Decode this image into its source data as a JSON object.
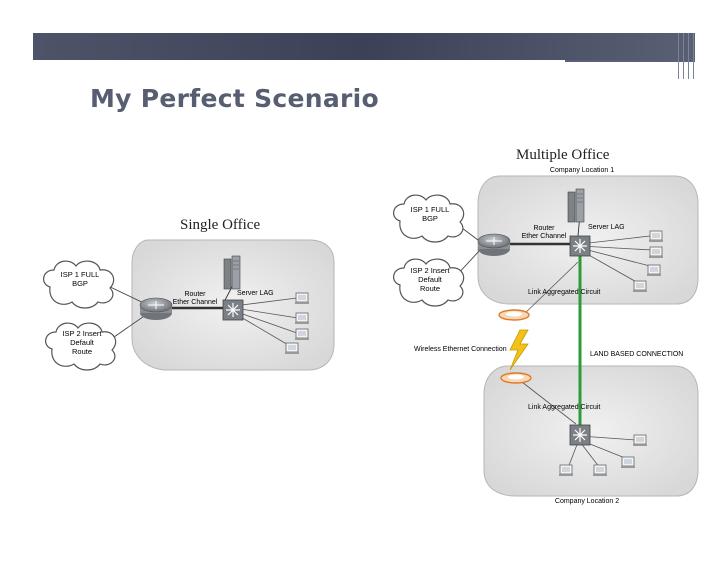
{
  "slide": {
    "title": "My Perfect Scenario"
  },
  "single_office": {
    "heading": "Single Office",
    "isp1": [
      "ISP 1 FULL",
      "BGP"
    ],
    "isp2": [
      "ISP 2 Insert",
      "Default",
      "Route"
    ],
    "router": [
      "Router",
      "Ether Channel"
    ],
    "server_lag": "Server LAG"
  },
  "multiple_office": {
    "heading": "Multiple Office",
    "location1": "Company Location 1",
    "location2": "Company Location 2",
    "isp1": [
      "ISP 1 FULL",
      "BGP"
    ],
    "isp2": [
      "ISP 2 Insert",
      "Default",
      "Route"
    ],
    "router": [
      "Router",
      "Ether Channel"
    ],
    "server_lag": "Server LAG",
    "lag_circuit_top": "Link Aggregated Circuit",
    "lag_circuit_bottom": "Link Aggregated Circuit",
    "wireless": "Wireless Ethernet Connection",
    "land": "LAND BASED CONNECTION"
  },
  "colors": {
    "green_link": "#2e9b3a",
    "lightning": "#f2c21a",
    "antenna": "#e07a2a",
    "office_fill": "#e6e6e6",
    "router_fill": "#8a8f95"
  }
}
